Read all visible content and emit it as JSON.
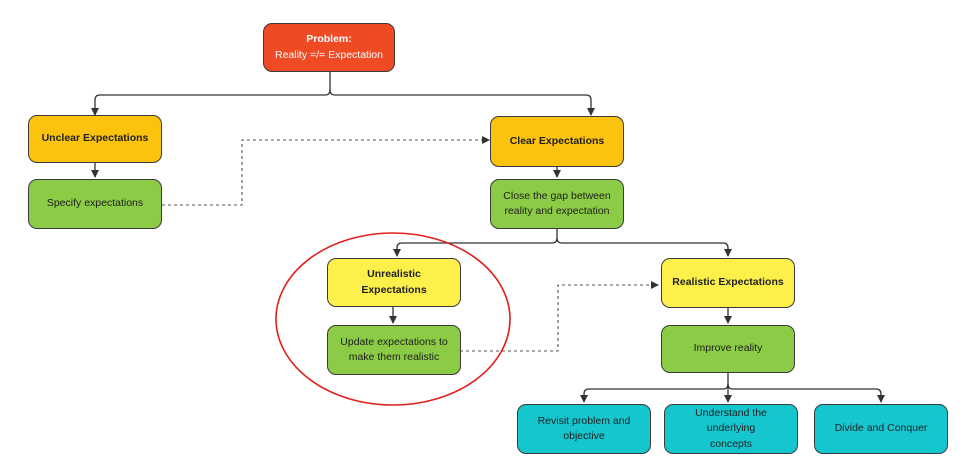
{
  "nodes": {
    "problem": {
      "title": "Problem:",
      "subtitle": "Reality =/= Expectation"
    },
    "unclear": {
      "label": "Unclear Expectations"
    },
    "specify": {
      "label": "Specify expectations"
    },
    "clear": {
      "label": "Clear Expectations"
    },
    "close_gap": {
      "label": "Close the gap between\nreality and expectation"
    },
    "unrealistic": {
      "label": "Unrealistic Expectations"
    },
    "update": {
      "label": "Update expectations to\nmake them realistic"
    },
    "realistic": {
      "label": "Realistic Expectations"
    },
    "improve": {
      "label": "Improve reality"
    },
    "revisit": {
      "label": "Revisit problem and\nobjective"
    },
    "understand": {
      "label": "Understand the underlying\nconcepts"
    },
    "divide": {
      "label": "Divide and Conquer"
    }
  },
  "colors": {
    "problem": "#f04a24",
    "category": "#fbc30d",
    "subcategory": "#fdf04a",
    "action": "#8bcb45",
    "strategy": "#15c6cf",
    "highlight_ellipse": "#e0201d",
    "connector": "#333333"
  }
}
